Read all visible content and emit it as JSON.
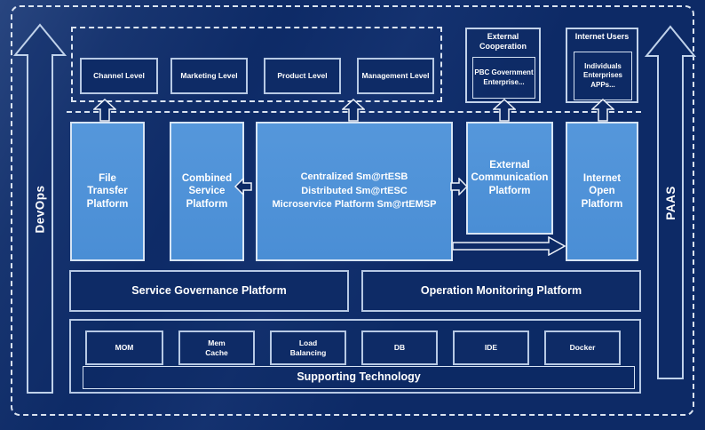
{
  "rails": {
    "left_label": "DevOps",
    "right_label": "PAAS"
  },
  "levels": {
    "items": [
      {
        "label": "Channel Level"
      },
      {
        "label": "Marketing Level"
      },
      {
        "label": "Product Level"
      },
      {
        "label": "Management Level"
      }
    ]
  },
  "external_cooperation": {
    "title": "External\nCooperation",
    "members": "PBC Government\nEnterprise..."
  },
  "internet_users": {
    "title": "Internet Users",
    "members": "Individuals\nEnterprises\nAPPs..."
  },
  "platforms": {
    "file_transfer": {
      "label": "File\nTransfer\nPlatform"
    },
    "combined_service": {
      "label": "Combined\nService\nPlatform"
    },
    "central": {
      "lines": [
        "Centralized Sm@rtESB",
        "Distributed Sm@rtESC",
        "Microservice Platform Sm@rtEMSP"
      ]
    },
    "external_communication": {
      "label": "External\nCommunication\nPlatform"
    },
    "internet_open": {
      "label": "Internet\nOpen\nPlatform"
    }
  },
  "governance": {
    "label": "Service Governance Platform"
  },
  "monitoring": {
    "label": "Operation Monitoring Platform"
  },
  "supporting": {
    "items": [
      {
        "label": "MOM"
      },
      {
        "label": "Mem\nCache"
      },
      {
        "label": "Load\nBalancing"
      },
      {
        "label": "DB"
      },
      {
        "label": "IDE"
      },
      {
        "label": "Docker"
      }
    ],
    "bar_label": "Supporting Technology"
  },
  "colors": {
    "background": "#0d2a66",
    "accent_fill": "#4e92d8",
    "box_border": "#b7c9e4",
    "dashed_line": "#ecf3fc",
    "text": "#ffffff"
  }
}
